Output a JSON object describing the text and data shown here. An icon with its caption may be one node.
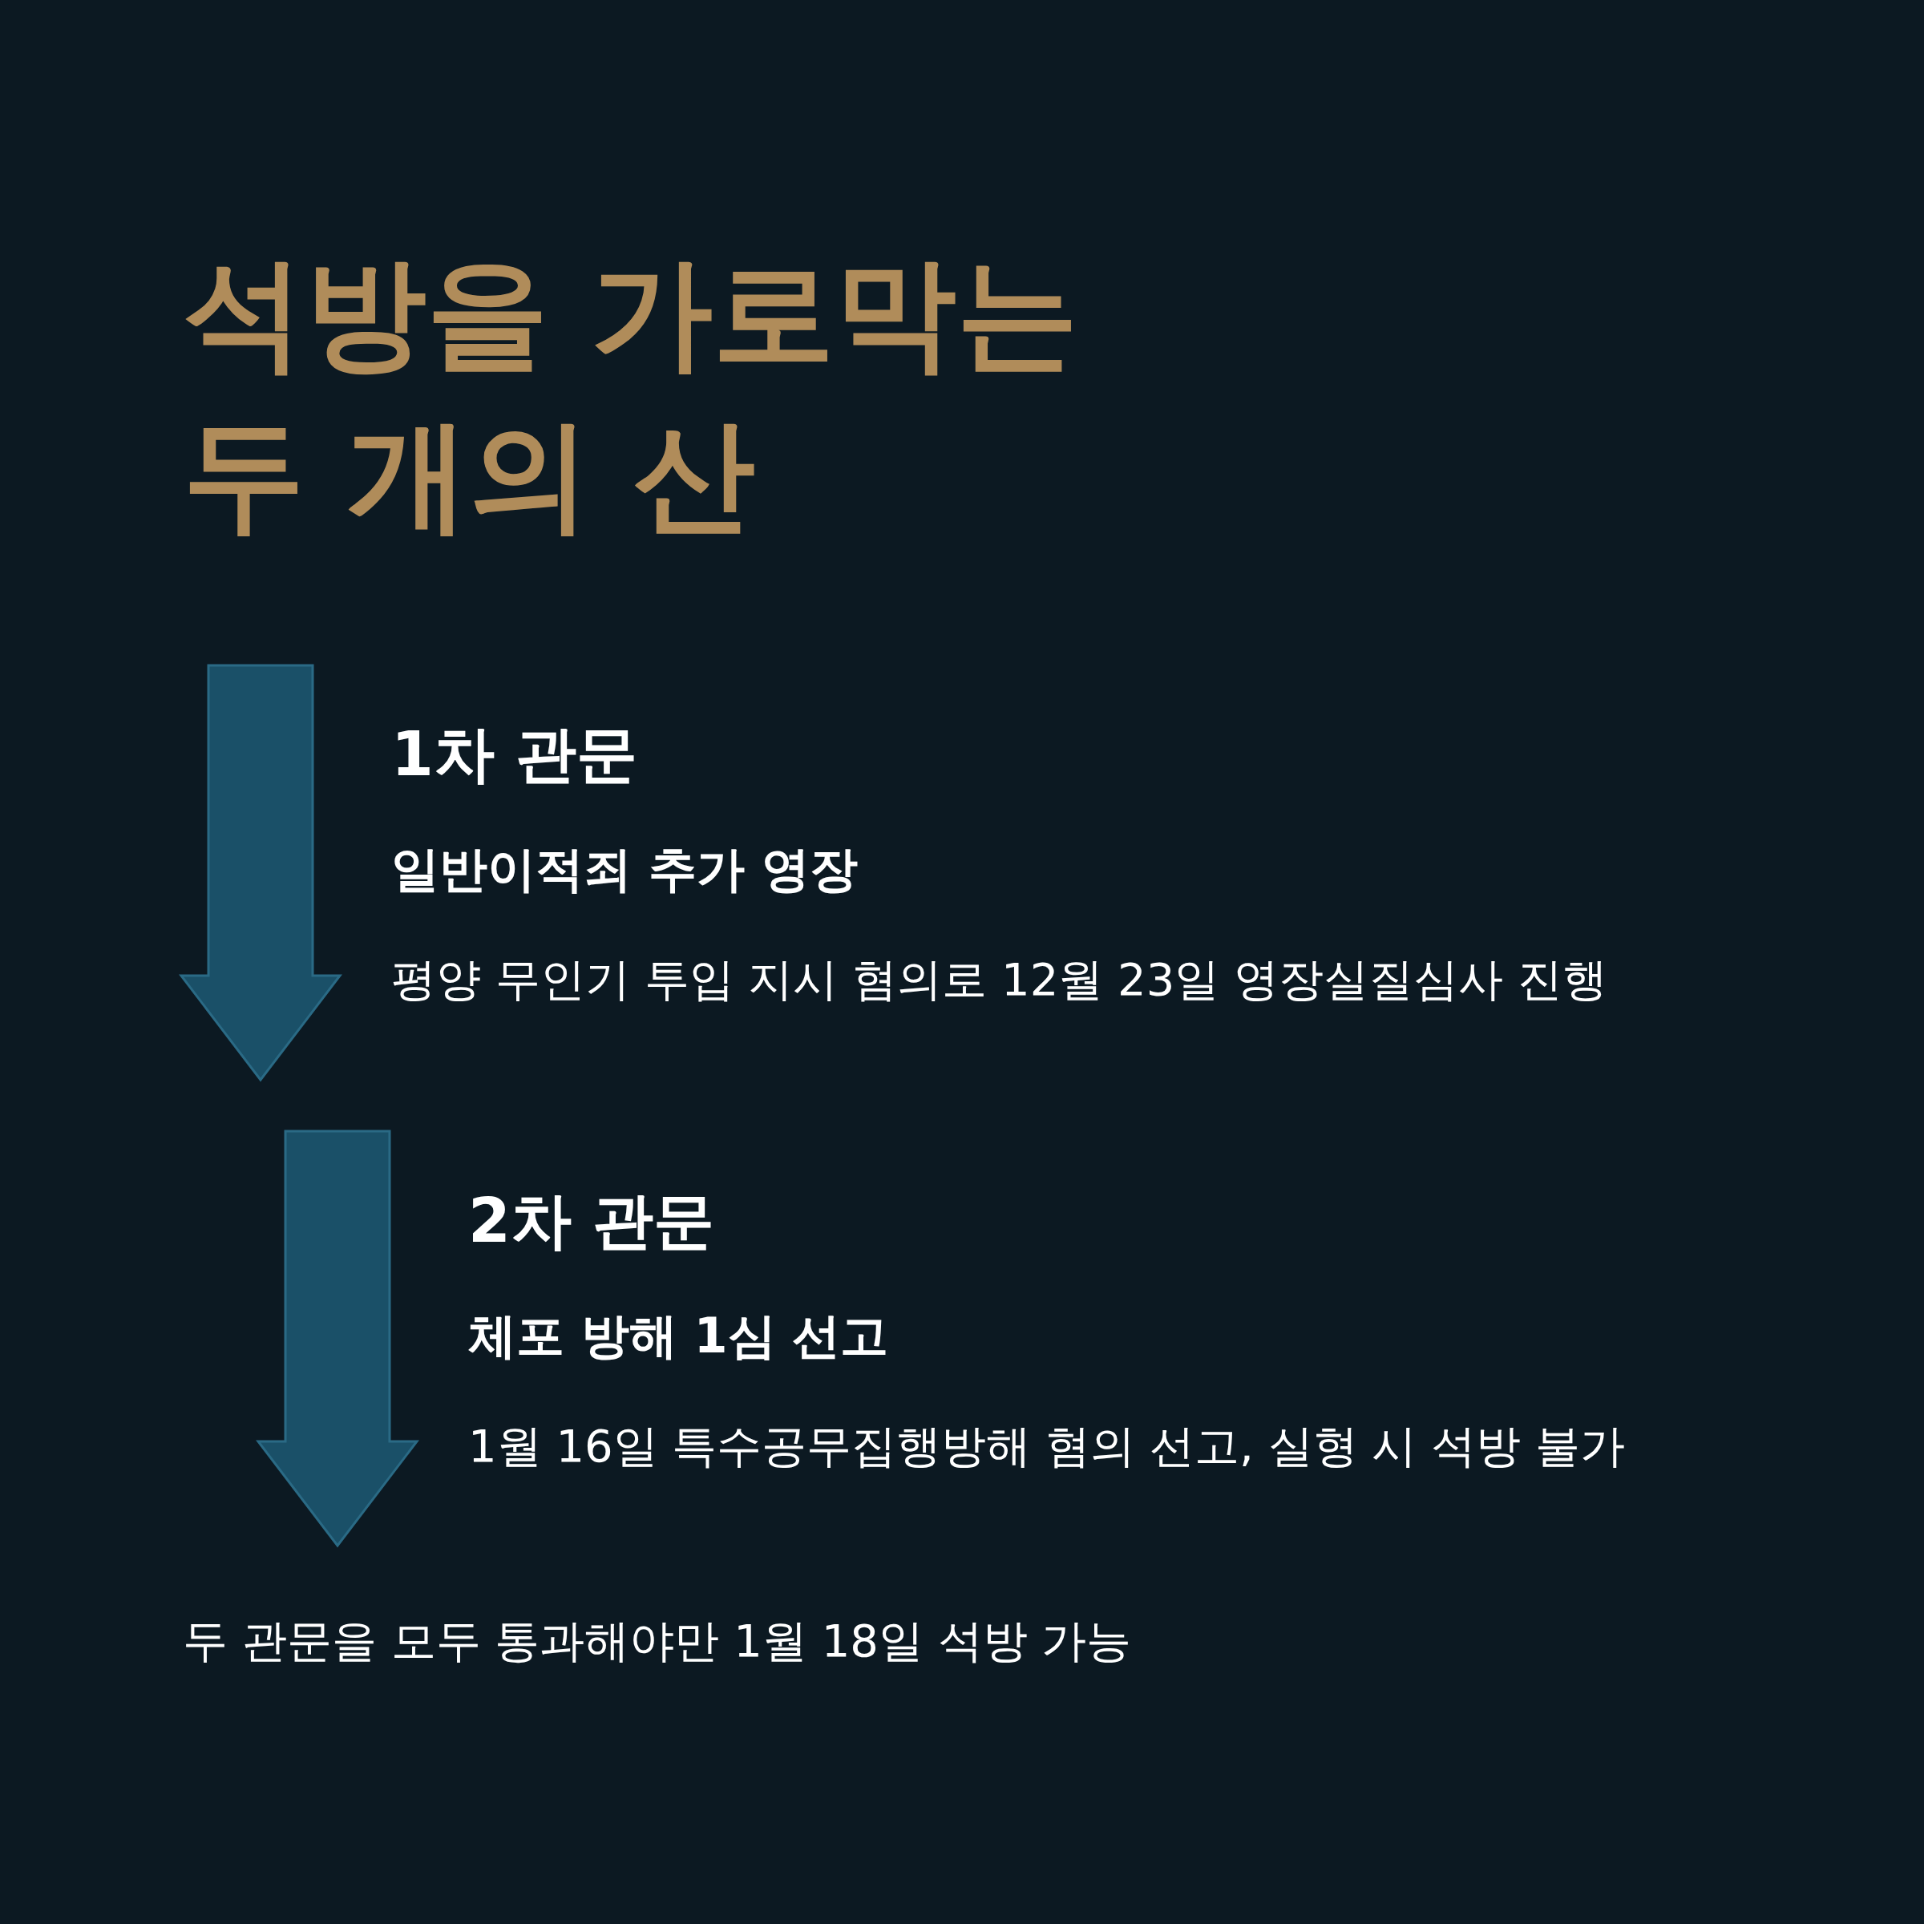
{
  "diagram": {
    "title": "석방을 가로막는 두 개의 산",
    "labels": [
      "1차 관문",
      "일반이적죄 추가 영장",
      "평양 무인기 투입 지시 혐의로 12월 23일 영장실질심사 진행",
      "2차 관문",
      "체포 방해 1심 선고",
      "1월 16일 특수공무집행방해 혐의 선고, 실형 시 석방 불가",
      "두 관문을 모두 통과해야만 1월 18일 석방 가능"
    ]
  }
}
